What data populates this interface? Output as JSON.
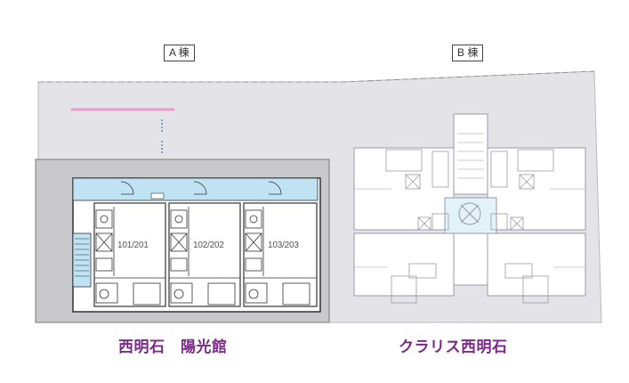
{
  "buildings": {
    "a_label": "A 棟",
    "b_label": "B 棟"
  },
  "units": [
    "101/201",
    "102/202",
    "103/203"
  ],
  "captions": {
    "a": "西明石　陽光館",
    "b": "クラリス西明石"
  },
  "colors": {
    "site_fill": "#e4e4e8",
    "lot_fill": "#c9c9cc",
    "corridor": "#bfe3f2",
    "pink_line": "#ec9cc8",
    "caption": "#7a2a86"
  }
}
